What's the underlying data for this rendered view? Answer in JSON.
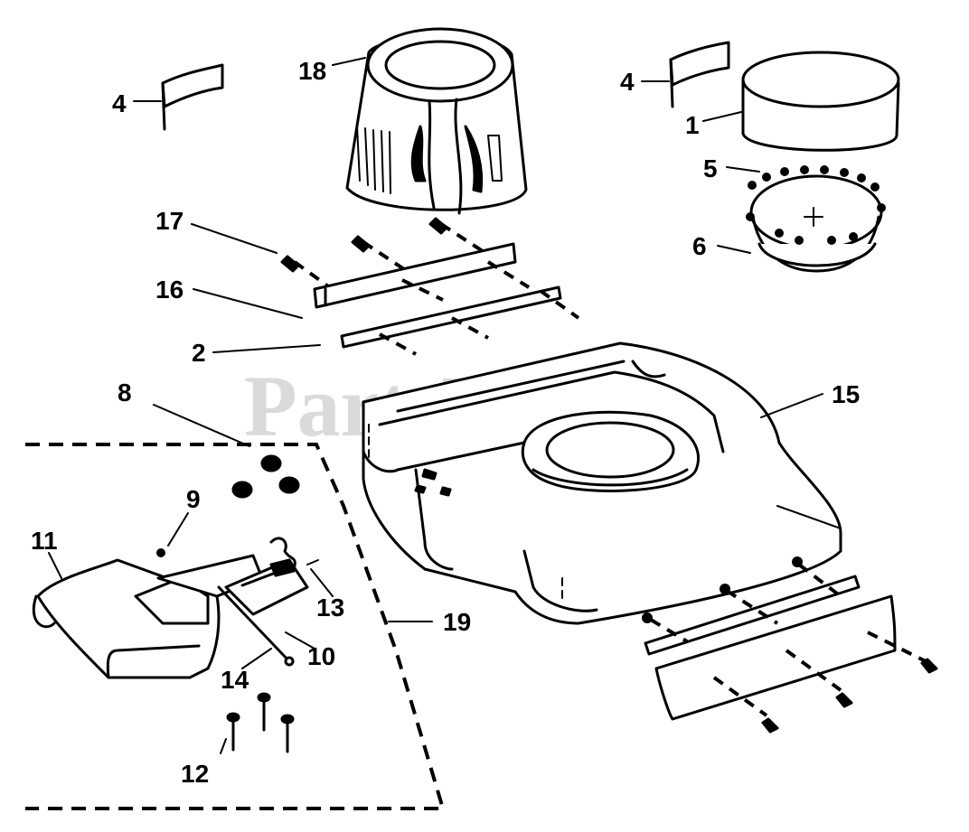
{
  "watermark": "PartsTree",
  "labels": {
    "p1": "1",
    "p2": "2",
    "p4a": "4",
    "p4b": "4",
    "p5": "5",
    "p6": "6",
    "p8": "8",
    "p9": "9",
    "p10": "10",
    "p11": "11",
    "p12": "12",
    "p13": "13",
    "p14": "14",
    "p15": "15",
    "p16": "16",
    "p17": "17",
    "p18": "18",
    "p19": "19"
  }
}
